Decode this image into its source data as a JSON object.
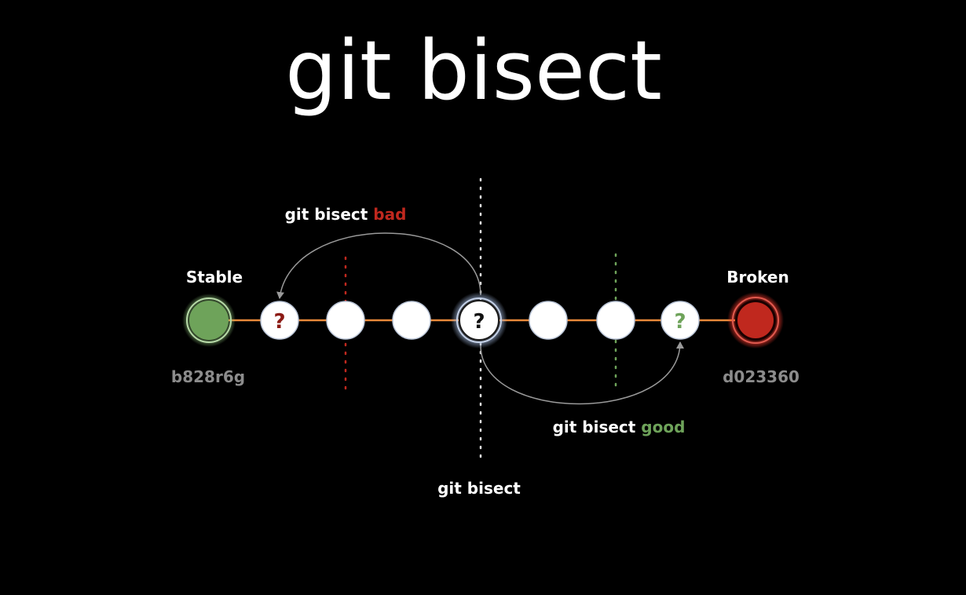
{
  "title": "git bisect",
  "endpoints": {
    "stable_label": "Stable",
    "stable_hash": "b828r6g",
    "broken_label": "Broken",
    "broken_hash": "d023360"
  },
  "commands": {
    "bisect": "git bisect",
    "bad_prefix": "git bisect ",
    "bad_word": "bad",
    "good_prefix": "git bisect ",
    "good_word": "good"
  },
  "markers": {
    "unknown": "?"
  },
  "colors": {
    "background": "#000000",
    "text": "#ffffff",
    "hash": "#8c8c8c",
    "timeline": "#e8893a",
    "good": "#6ea35a",
    "bad": "#c0281e",
    "bad_dark": "#8b1a14",
    "arrow": "#9a9a9a",
    "node_fill": "#ffffff",
    "node_border": "#b9c4d6"
  }
}
